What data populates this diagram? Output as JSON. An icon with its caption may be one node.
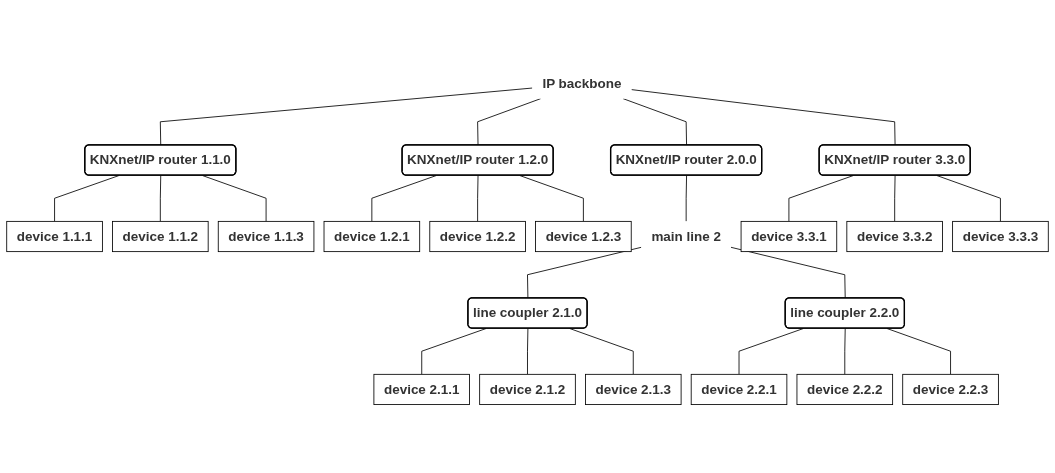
{
  "diagram": {
    "nodes": [
      {
        "text": [
          "IP backbone"
        ]
      },
      {
        "text": [
          "KNXnet/IP router 2.0.0"
        ]
      },
      {
        "text": [
          "main line 2"
        ]
      },
      {
        "text": [
          "KNXnet/IP router 1.1.0"
        ]
      },
      {
        "text": [
          "KNXnet/IP router 1.2.0"
        ]
      },
      {
        "text": [
          "line coupler 2.1.0"
        ]
      },
      {
        "text": [
          "line coupler 2.2.0"
        ]
      },
      {
        "text": [
          "KNXnet/IP router 3.3.0"
        ]
      },
      {
        "text": [
          "device 1.1.1"
        ]
      },
      {
        "text": [
          "device 1.2.1"
        ]
      },
      {
        "text": [
          "device 2.1.1"
        ]
      },
      {
        "text": [
          "device 2.2.1"
        ]
      },
      {
        "text": [
          "device 3.3.1"
        ]
      },
      {
        "text": [
          "device 1.1.2"
        ]
      },
      {
        "text": [
          "device 1.2.2"
        ]
      },
      {
        "text": [
          "device 2.1.2"
        ]
      },
      {
        "text": [
          "device 2.2.2"
        ]
      },
      {
        "text": [
          "device 3.3.2"
        ]
      },
      {
        "text": [
          "device 1.1.3"
        ]
      },
      {
        "text": [
          "device 1.2.3"
        ]
      },
      {
        "text": [
          "device 2.1.3"
        ]
      },
      {
        "text": [
          "device 2.2.3"
        ]
      },
      {
        "text": [
          "device 3.3.3"
        ]
      }
    ],
    "edges": [
      {
        "from": 0,
        "to": 3,
        "arrow": "none"
      },
      {
        "from": 0,
        "to": 4,
        "arrow": "none"
      },
      {
        "from": 0,
        "to": 1,
        "arrow": "none"
      },
      {
        "from": 0,
        "to": 7,
        "arrow": "none"
      },
      {
        "from": 1,
        "to": 2,
        "arrow": "none"
      },
      {
        "from": 2,
        "to": 5,
        "arrow": "none"
      },
      {
        "from": 2,
        "to": 6,
        "arrow": "none"
      },
      {
        "from": 3,
        "to": 8,
        "arrow": "none"
      },
      {
        "from": 3,
        "to": 13,
        "arrow": "none"
      },
      {
        "from": 3,
        "to": 18,
        "arrow": "none"
      },
      {
        "from": 4,
        "to": 9,
        "arrow": "none"
      },
      {
        "from": 4,
        "to": 14,
        "arrow": "none"
      },
      {
        "from": 4,
        "to": 19,
        "arrow": "none"
      },
      {
        "from": 5,
        "to": 10,
        "arrow": "none"
      },
      {
        "from": 5,
        "to": 15,
        "arrow": "none"
      },
      {
        "from": 5,
        "to": 20,
        "arrow": "none"
      },
      {
        "from": 6,
        "to": 11,
        "arrow": "none"
      },
      {
        "from": 6,
        "to": 16,
        "arrow": "none"
      },
      {
        "from": 6,
        "to": 21,
        "arrow": "none"
      },
      {
        "from": 7,
        "to": 12,
        "arrow": "none"
      },
      {
        "from": 7,
        "to": 17,
        "arrow": "none"
      },
      {
        "from": 7,
        "to": 22,
        "arrow": "none"
      }
    ]
  }
}
